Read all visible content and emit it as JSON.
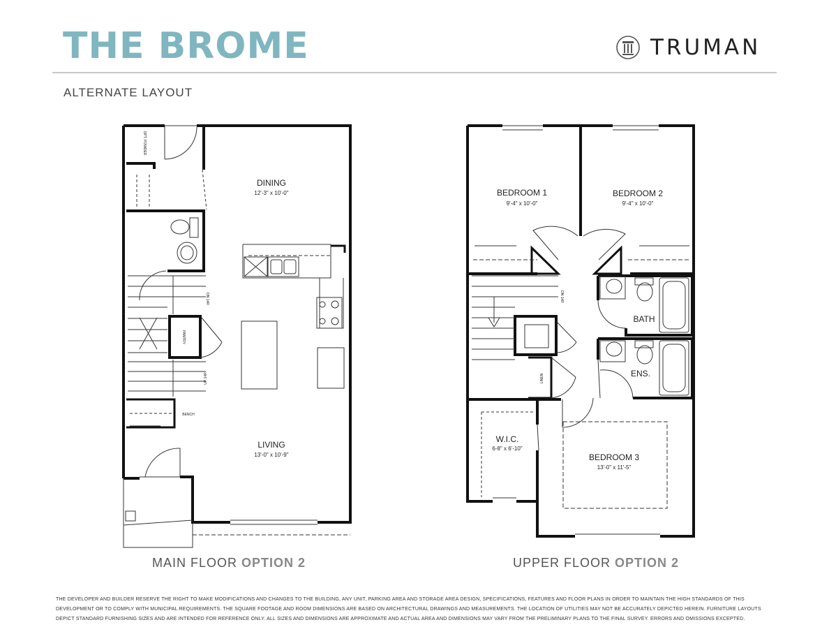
{
  "header": {
    "title": "THE BROME",
    "brand": "TRUMAN",
    "subtitle": "ALTERNATE LAYOUT"
  },
  "colors": {
    "title": "#7fb6c0",
    "walls": "#111111",
    "hairline": "#c8c8c8"
  },
  "main_floor": {
    "label_prefix": "MAIN FLOOR",
    "label_option": "OPTION 2",
    "rooms": {
      "dining": {
        "name": "DINING",
        "dims": "12'-3\" x 10'-0\""
      },
      "living": {
        "name": "LIVING",
        "dims": "13'-0\" x 10'-9\""
      }
    },
    "small": {
      "optional": "OPT. POWDER",
      "dn": "DN 14R",
      "up": "UP 14R",
      "pantry": "PANTRY",
      "bench": "BENCH"
    }
  },
  "upper_floor": {
    "label_prefix": "UPPER FLOOR",
    "label_option": "OPTION 2",
    "rooms": {
      "bedroom1": {
        "name": "BEDROOM 1",
        "dims": "9'-4\" x 10'-0\""
      },
      "bedroom2": {
        "name": "BEDROOM 2",
        "dims": "9'-4\" x 10'-0\""
      },
      "bath": {
        "name": "BATH"
      },
      "ens": {
        "name": "ENS."
      },
      "wic": {
        "name": "W.I.C.",
        "dims": "6-8\" x 6'-10\""
      },
      "bedroom3": {
        "name": "BEDROOM 3",
        "dims": "13'-0\" x 11'-5\""
      }
    },
    "small": {
      "dn": "DN 14R",
      "linen": "LINEN"
    }
  },
  "disclaimer": "THE DEVELOPER AND BUILDER RESERVE THE RIGHT TO MAKE MODIFICATIONS AND CHANGES TO THE BUILDING, ANY UNIT, PARKING AREA AND STORAGE AREA DESIGN, SPECIFICATIONS, FEATURES AND FLOOR PLANS IN ORDER TO MAINTAIN THE HIGH STANDARDS OF THIS DEVELOPMENT OR TO COMPLY WITH MUNICIPAL REQUIREMENTS. THE SQUARE FOOTAGE AND ROOM DIMENSIONS ARE BASED ON ARCHITECTURAL DRAWINGS AND MEASUREMENTS. THE LOCATION OF UTILITIES MAY NOT BE ACCURATELY DEPICTED HEREIN. FURNITURE LAYOUTS DEPICT STANDARD FURNISHING SIZES AND ARE INTENDED FOR REFERENCE ONLY. ALL SIZES AND DIMENSIONS ARE APPROXIMATE AND ACTUAL AREA AND DIMENSIONS MAY VARY FROM THE PRELIMINARY PLANS TO THE FINAL SURVEY. ERRORS AND OMISSIONS EXCEPTED."
}
